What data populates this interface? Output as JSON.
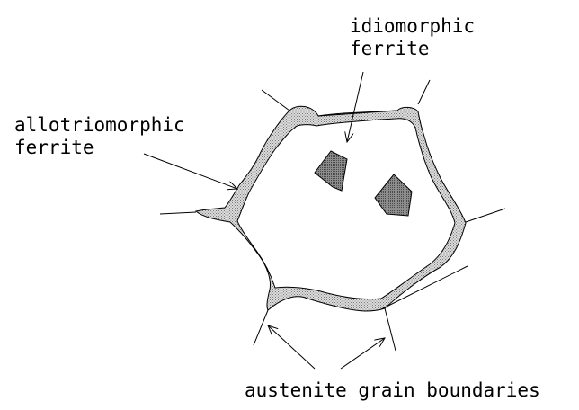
{
  "labels": {
    "idiomorphic_line1": "idiomorphic",
    "idiomorphic_line2": "ferrite",
    "allotriomorphic_line1": "allotriomorphic",
    "allotriomorphic_line2": "ferrite",
    "grain_boundaries": "austenite grain boundaries"
  },
  "colors": {
    "background": "#ffffff",
    "line": "#000000",
    "ferrite_fill": "#dcdcdc",
    "ferrite_dots": "#7a7a7a",
    "idiomorphic_fill": "#8c8c8c"
  }
}
